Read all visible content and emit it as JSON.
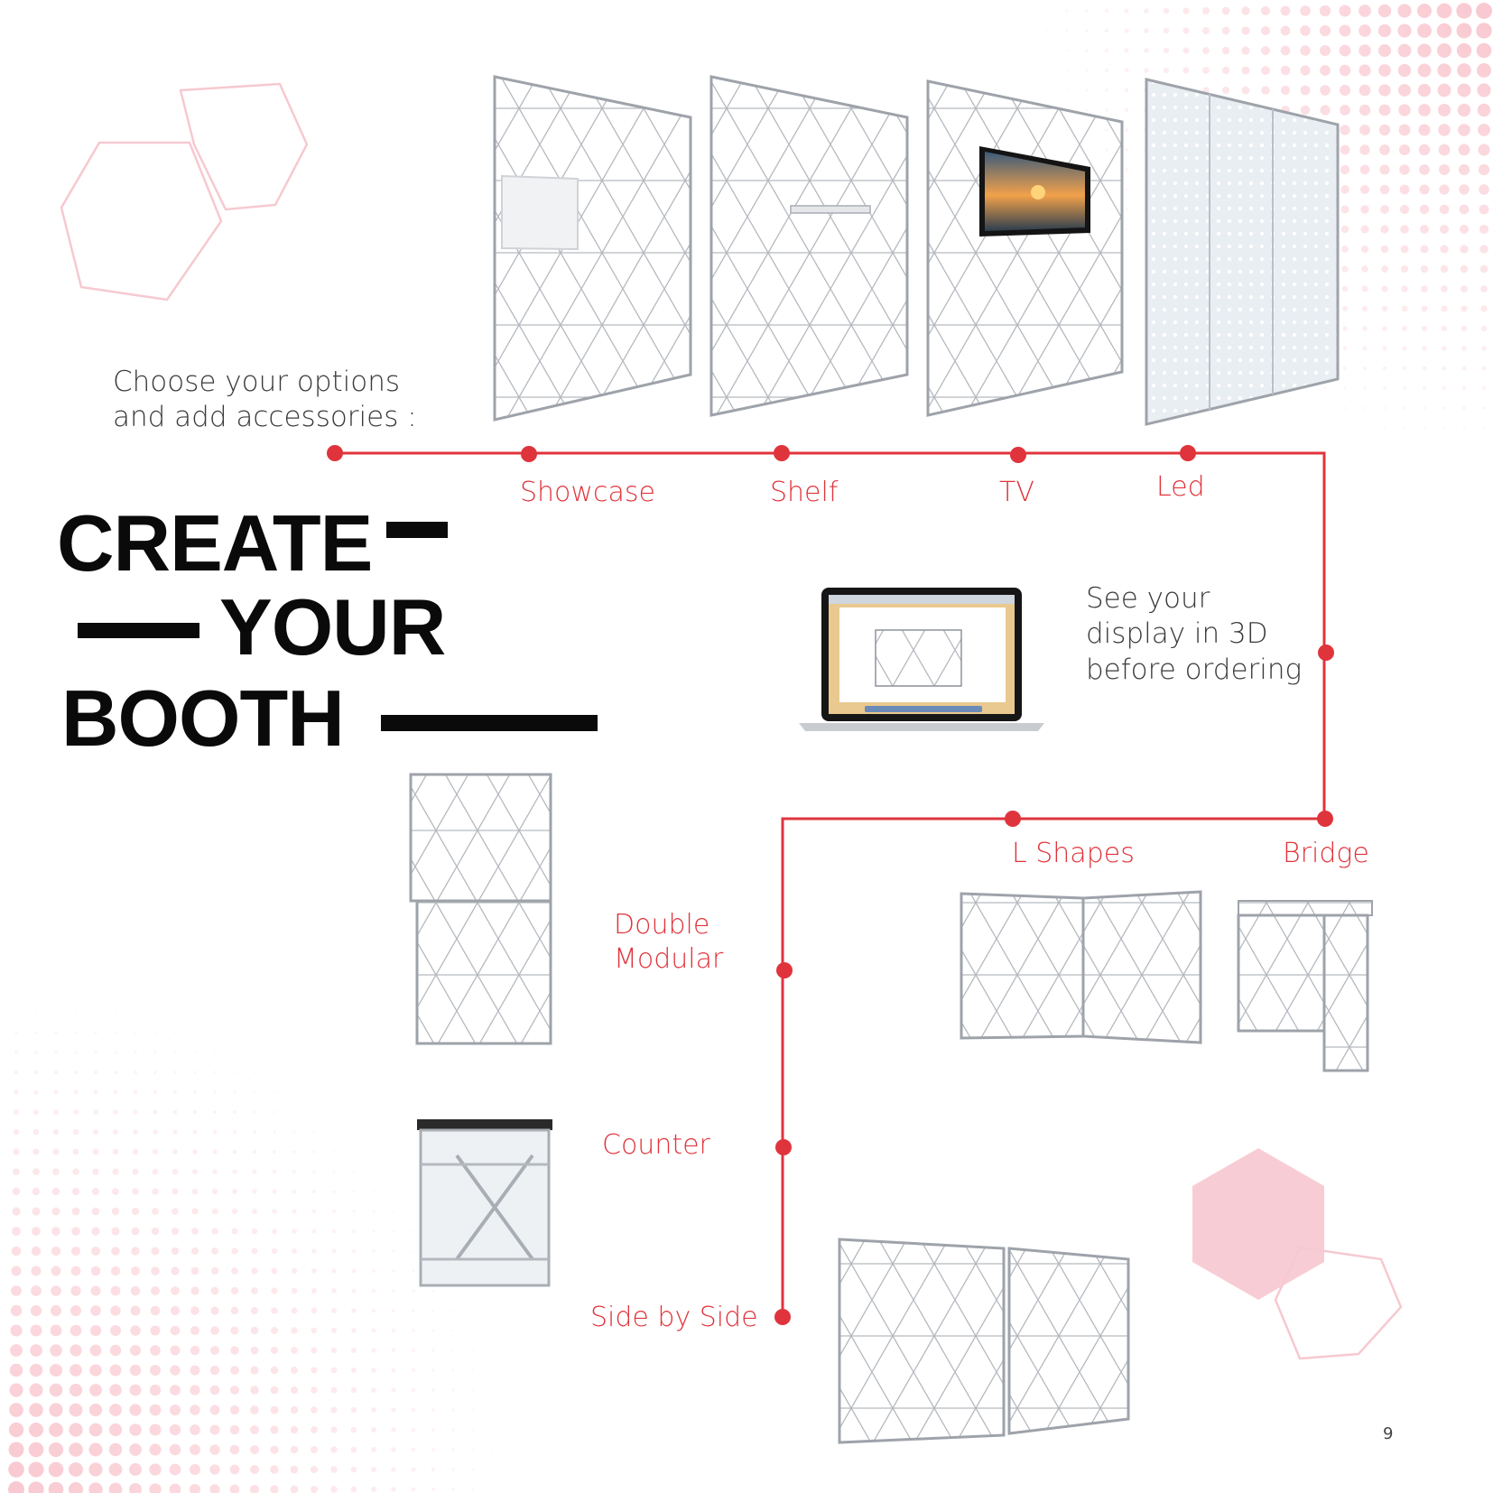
{
  "intro": {
    "line1": "Choose your options",
    "line2": "and  add accessories :"
  },
  "heading": {
    "line1": "CREATE",
    "line2": "YOUR",
    "line3": "BOOTH"
  },
  "accessories": {
    "showcase": "Showcase",
    "shelf": "Shelf",
    "tv": "TV",
    "led": "Led"
  },
  "preview": {
    "line1": "See your",
    "line2": "display in 3D",
    "line3": "before ordering"
  },
  "configurations": {
    "l_shapes": "L Shapes",
    "bridge": "Bridge",
    "double_modular_1": "Double",
    "double_modular_2": "Modular",
    "counter": "Counter",
    "side_by_side": "Side by Side"
  },
  "page_number": "9",
  "colors": {
    "accent": "#e0343c",
    "hex_pink": "#f8ccd4",
    "dots": "#f9c7cf"
  }
}
